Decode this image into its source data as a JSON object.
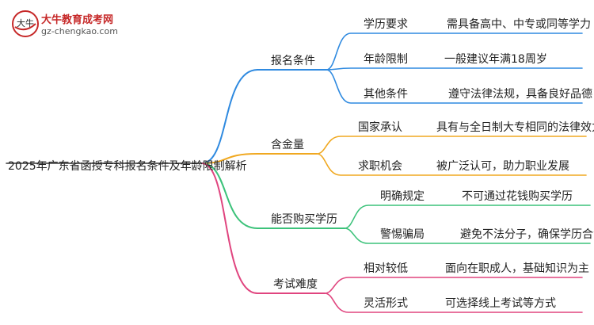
{
  "brand": {
    "title": "大牛教育成考网",
    "url": "gz-chengkao.com",
    "emblem_text": "大牛"
  },
  "root": "2025年广东省函授专科报名条件及年龄限制解析",
  "branches": [
    {
      "label": "报名条件",
      "color": "#2f8ae0",
      "items": [
        {
          "key": "学历要求",
          "value": "需具备高中、中专或同等学力"
        },
        {
          "key": "年龄限制",
          "value": "一般建议年满18周岁"
        },
        {
          "key": "其他条件",
          "value": "遵守法律法规，具备良好品德"
        }
      ]
    },
    {
      "label": "含金量",
      "color": "#f0a820",
      "items": [
        {
          "key": "国家承认",
          "value": "具有与全日制大专相同的法律效力"
        },
        {
          "key": "求职机会",
          "value": "被广泛认可，助力职业发展"
        }
      ]
    },
    {
      "label": "能否购买学历",
      "color": "#3cc27a",
      "items": [
        {
          "key": "明确规定",
          "value": "不可通过花钱购买学历"
        },
        {
          "key": "警惕骗局",
          "value": "避免不法分子，确保学历合法性"
        }
      ]
    },
    {
      "label": "考试难度",
      "color": "#e0457f",
      "items": [
        {
          "key": "相对较低",
          "value": "面向在职成人，基础知识为主"
        },
        {
          "key": "灵活形式",
          "value": "可选择线上考试等方式"
        }
      ]
    }
  ]
}
